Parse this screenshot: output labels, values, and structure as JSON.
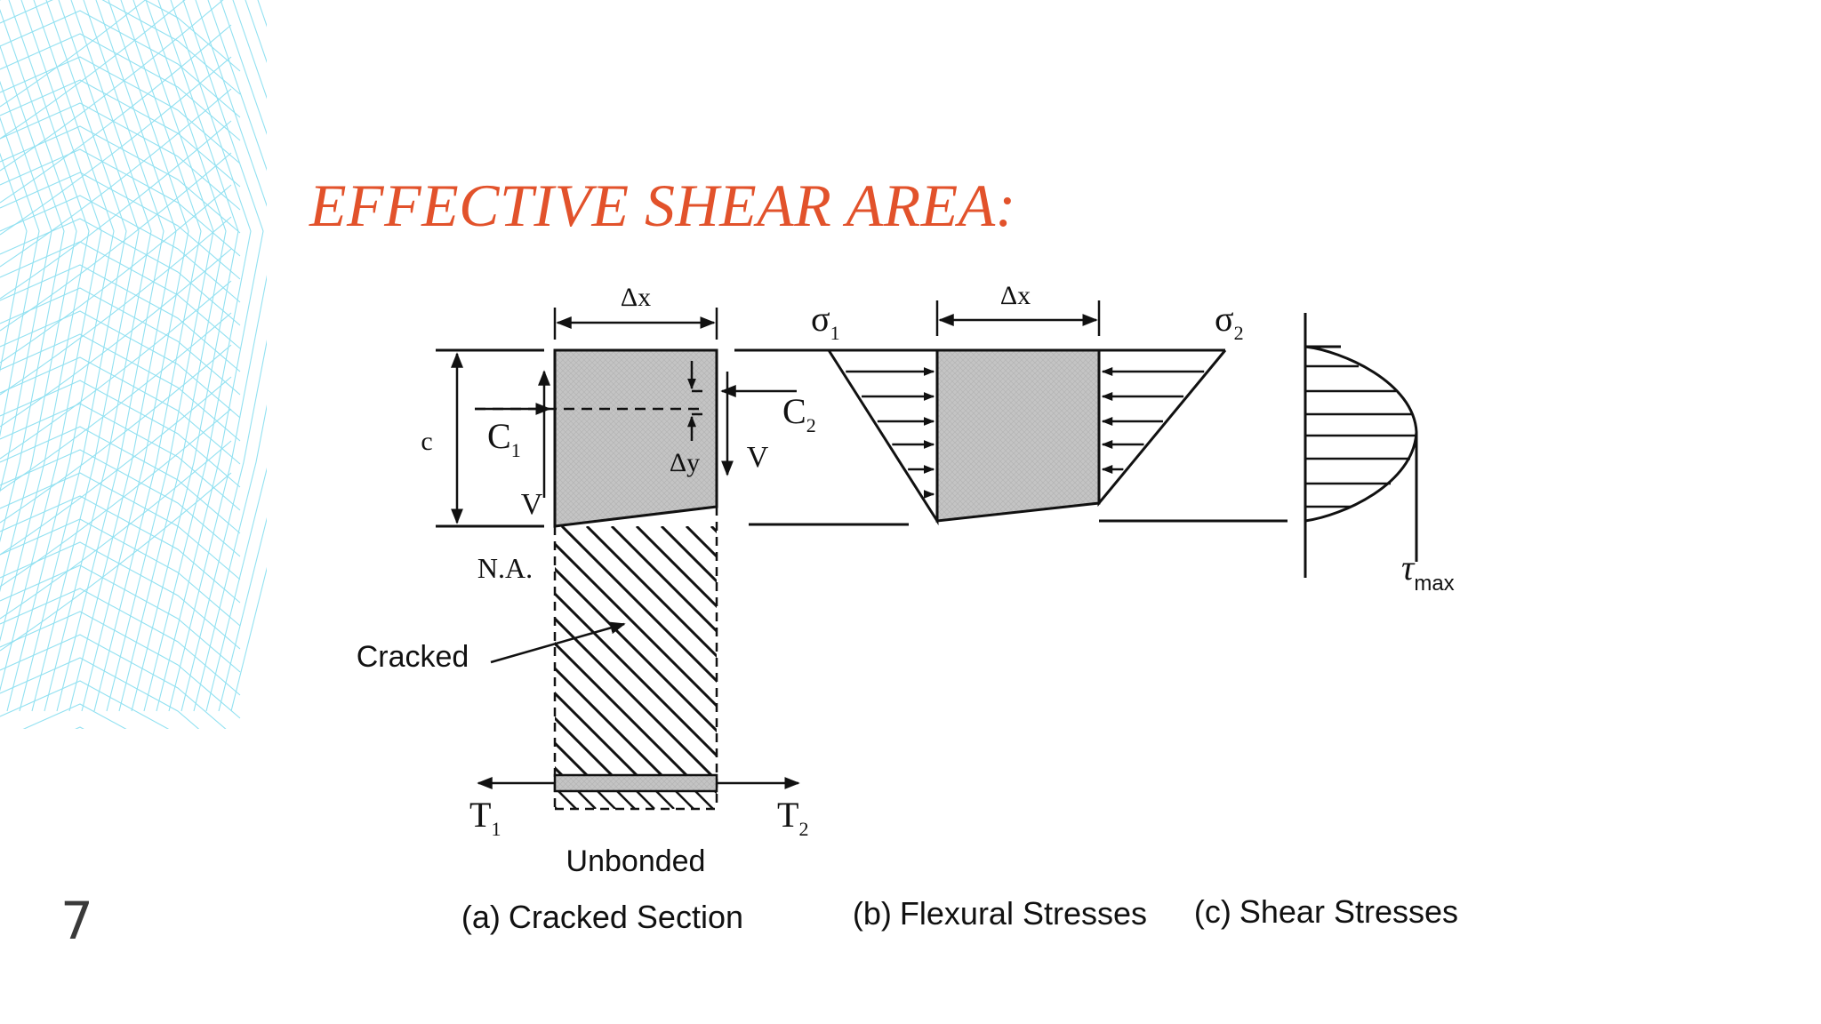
{
  "slide": {
    "title": "EFFECTIVE SHEAR AREA:",
    "page_number": "7",
    "title_color": "#e2522b",
    "background_art": "cyan-wireframe-mesh"
  },
  "figure": {
    "panel_a": {
      "label_dx": "Δx",
      "label_c": "c",
      "label_c1_base": "C",
      "label_c1_sub": "1",
      "label_c2_base": "C",
      "label_c2_sub": "2",
      "label_dy": "Δy",
      "label_v_left": "V",
      "label_v_right": "V",
      "label_na": "N.A.",
      "label_cracked": "Cracked",
      "label_t1_base": "T",
      "label_t1_sub": "1",
      "label_t2_base": "T",
      "label_t2_sub": "2",
      "label_unbonded": "Unbonded",
      "caption_letter": "(a)",
      "caption_text": "Cracked Section"
    },
    "panel_b": {
      "label_dx": "Δx",
      "label_sigma1_base": "σ",
      "label_sigma1_sub": "1",
      "label_sigma2_base": "σ",
      "label_sigma2_sub": "2",
      "caption_letter": "(b)",
      "caption_text": "Flexural Stresses"
    },
    "panel_c": {
      "label_tau_base": "τ",
      "label_tau_sub": "max",
      "caption_letter": "(c)",
      "caption_text": "Shear Stresses"
    }
  }
}
